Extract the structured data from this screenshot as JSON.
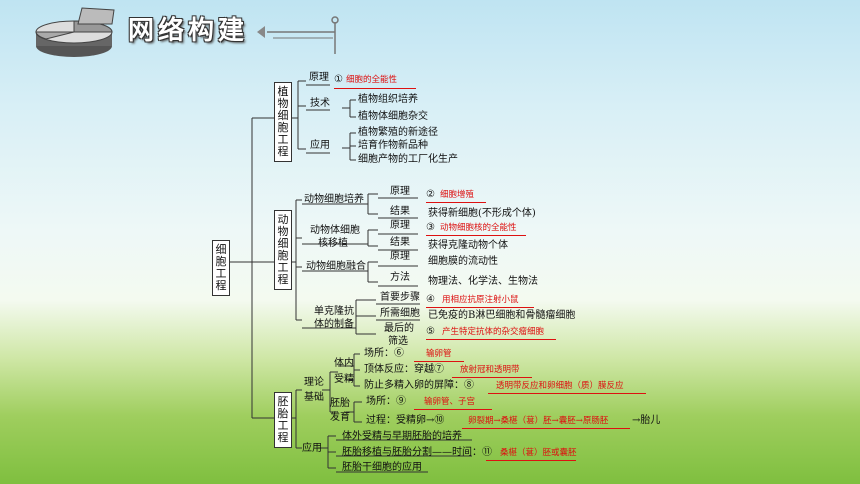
{
  "header": {
    "title": "网络构建"
  },
  "root": "细胞工程",
  "plant": {
    "label": "植物细胞工程",
    "principle": "原理",
    "principle_ans": "①",
    "principle_red": "细胞的全能性",
    "technique": "技术",
    "tech_items": [
      "植物组织培养",
      "植物体细胞杂交"
    ],
    "application": "应用",
    "app_items": [
      "植物繁殖的新途径",
      "培育作物新品种",
      "细胞产物的工厂化生产"
    ]
  },
  "animal": {
    "label": "动物细胞工程",
    "culture": "动物细胞培养",
    "culture_principle": "原理",
    "culture_ans": "②",
    "culture_red": "细胞增殖",
    "culture_result": "结果",
    "culture_result_text": "获得新细胞(不形成个体)",
    "transfer_1": "动物体细胞",
    "transfer_2": "核移植",
    "transfer_principle": "原理",
    "transfer_ans": "③",
    "transfer_red": "动物细胞核的全能性",
    "transfer_result": "结果",
    "transfer_result_text": "获得克隆动物个体",
    "fusion": "动物细胞融合",
    "fusion_principle": "原理",
    "fusion_principle_text": "细胞膜的流动性",
    "fusion_method": "方法",
    "fusion_method_text": "物理法、化学法、生物法",
    "mab_1": "单克隆抗",
    "mab_2": "体的制备",
    "mab_step1": "首要步骤",
    "mab_ans4": "④",
    "mab_red4": "用相应抗原注射小鼠",
    "mab_step2": "所需细胞",
    "mab_step2_text": "已免疫的B淋巴细胞和骨髓瘤细胞",
    "mab_step3_1": "最后的",
    "mab_step3_2": "筛选",
    "mab_ans5": "⑤",
    "mab_red5": "产生特定抗体的杂交瘤细胞"
  },
  "embryo": {
    "label": "胚胎工程",
    "theory_1": "理论",
    "theory_2": "基础",
    "invivo": "体内",
    "fert_1": "受精",
    "site": "场所：⑥",
    "site_red": "输卵管",
    "acro": "顶体反应：穿越⑦",
    "acro_red": "放射冠和透明带",
    "block": "防止多精入卵的屏障：⑧",
    "block_red": "透明带反应和卵细胞（质）膜反应",
    "dev_1": "胚胎",
    "dev_2": "发育",
    "dev_site": "场所：⑨",
    "dev_site_red": "输卵管、子宫",
    "process": "过程：受精卵→⑩",
    "process_red": "卵裂期→桑椹（葚）胚→囊胚→原肠胚",
    "process_end": "→胎儿",
    "application": "应用",
    "app1": "体外受精与早期胚胎的培养",
    "app2": "胚胎移植与胚胎分割——时间：⑪",
    "app2_red": "桑椹（葚）胚或囊胚",
    "app3": "胚胎干细胞的应用"
  }
}
